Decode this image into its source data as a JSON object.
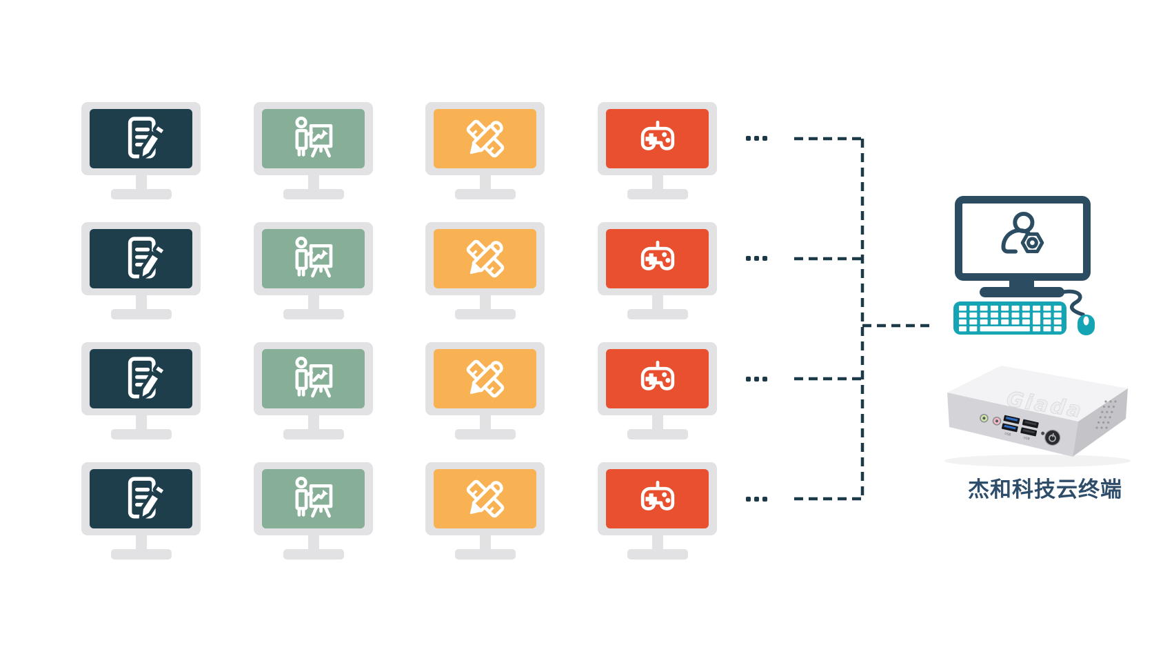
{
  "colors": {
    "background": "#ffffff",
    "bezel": "#e2e2e5",
    "connector": "#1b3947",
    "admin_navy": "#2c4d61",
    "teal": "#14a4b4",
    "label_text": "#2d4d6b"
  },
  "grid": {
    "rows": 4,
    "columns": [
      {
        "name": "office-terminal",
        "icon": "document-edit-icon",
        "screen_color": "#1f3e4b"
      },
      {
        "name": "presentation-terminal",
        "icon": "presentation-chart-icon",
        "screen_color": "#87ae97"
      },
      {
        "name": "design-terminal",
        "icon": "ruler-pencil-icon",
        "screen_color": "#f8b254"
      },
      {
        "name": "gaming-terminal",
        "icon": "gamepad-icon",
        "screen_color": "#e8502f"
      }
    ],
    "row_ellipsis_icon": "three-dots-icon"
  },
  "admin_station": {
    "monitor_icon": "user-gear-icon"
  },
  "cloud_terminal": {
    "logo": "Giada",
    "usb_label": "USB",
    "label": "杰和科技云终端"
  }
}
